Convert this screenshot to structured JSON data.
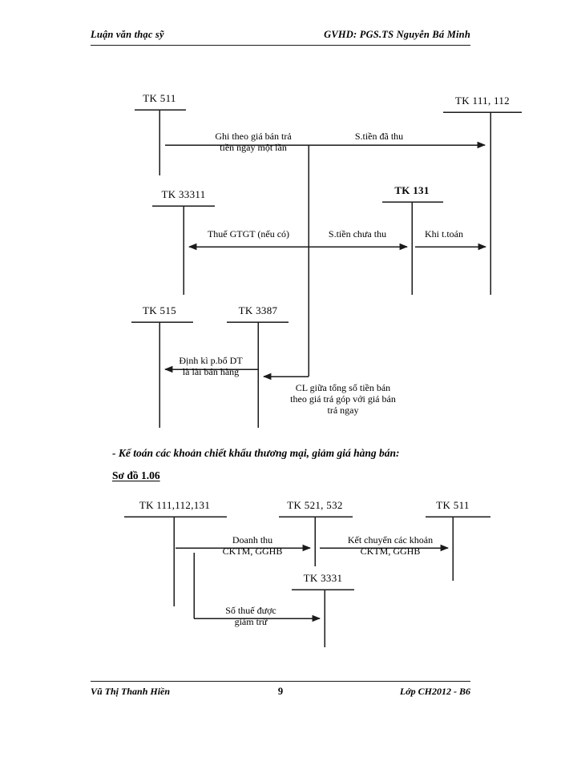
{
  "header": {
    "left": "Luận văn thạc sỹ",
    "right": "GVHD: PGS.TS Nguyễn Bá Minh"
  },
  "footer": {
    "left": "Vũ Thị Thanh Hiền",
    "page_number": "9",
    "right": "Lớp CH2012 - B6"
  },
  "body": {
    "section_line": "-  Kế toán các khoản chiết khấu thương mại, giảm giá hàng bán:",
    "figure_caption": "Sơ đồ 1.06"
  },
  "diagram1": {
    "accounts": {
      "tk511": "TK 511",
      "tk111_112": "TK 111, 112",
      "tk33311": "TK 33311",
      "tk131": "TK 131",
      "tk515": "TK 515",
      "tk3387": "TK 3387"
    },
    "flows": {
      "ghi_theo_gia_ban": "Ghi theo giá bán trả\ntiền ngay một lần",
      "ghi_theo_gia_ban_l1": "Ghi theo giá bán trả",
      "ghi_theo_gia_ban_l2": "tiền ngay một lần",
      "s_tien_da_thu": "S.tiền đã thu",
      "thue_gtgt": "Thuế  GTGT  (nếu có)",
      "s_tien_chua_thu": "S.tiền chưa thu",
      "khi_t_toan": "Khi t.toán",
      "dinh_ki_l1": "Định kì p.bổ DT",
      "dinh_ki_l2": "là lãi bán hàng",
      "cl_giua_l1": "CL giữa tổng số tiền bán",
      "cl_giua_l2": "theo giá trả góp với giá bán",
      "cl_giua_l3": "trả ngay"
    }
  },
  "diagram2": {
    "accounts": {
      "tk111_112_131": "TK 111,112,131",
      "tk521_532": "TK 521, 532",
      "tk511": "TK 511",
      "tk3331": "TK 3331"
    },
    "flows": {
      "doanh_thu_l1": "Doanh thu",
      "doanh_thu_l2": "CKTM,  GGHB",
      "ket_chuyen_l1": "Kết chuyển các khoản",
      "ket_chuyen_l2": "CKTM,  GGHB",
      "so_thue_l1": "Số thuế được",
      "so_thue_l2": "giảm trừ"
    }
  },
  "style": {
    "ink": "#1a1a1a",
    "page_background": "#ffffff"
  }
}
